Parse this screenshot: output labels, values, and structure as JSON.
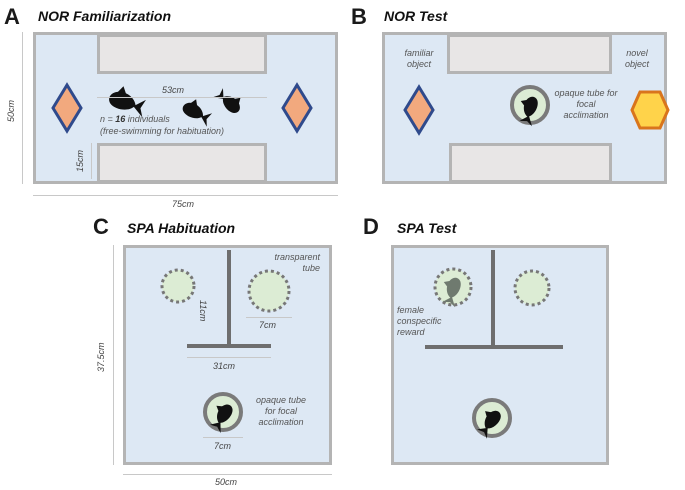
{
  "panels": {
    "a": {
      "letter": "A",
      "title": "NOR Familiarization",
      "dim_width": "53cm",
      "dim_gap": "15cm",
      "dim_height": "50cm",
      "dim_length": "75cm",
      "n_prefix": "n = ",
      "n_value": "16",
      "n_suffix": " individuals",
      "n_note": "(free-swimming for habituation)"
    },
    "b": {
      "letter": "B",
      "title": "NOR Test",
      "familiar_label": "familiar object",
      "novel_label": "novel object",
      "tube_label": "opaque tube for focal acclimation"
    },
    "c": {
      "letter": "C",
      "title": "SPA Habituation",
      "transparent_label": "transparent tube",
      "dim_tube_height": "11cm",
      "dim_tube_width": "7cm",
      "dim_divider": "31cm",
      "dim_height": "37.5cm",
      "dim_width": "50cm",
      "tube_label": "opaque tube for focal acclimation",
      "dim_opaque": "7cm"
    },
    "d": {
      "letter": "D",
      "title": "SPA Test",
      "female_label": "female conspecific reward"
    }
  },
  "colors": {
    "arena_fill": "#dde8f4",
    "arena_border": "#b4b4b4",
    "block_fill": "#e8e6e6",
    "diamond_fill": "#f2a97e",
    "diamond_border": "#2f4a8c",
    "hexagon_fill": "#ffd34a",
    "hexagon_border": "#d9751c",
    "tube_fill": "#dcecd4",
    "fish": "#111111",
    "female_fish": "#6f7a6f"
  }
}
